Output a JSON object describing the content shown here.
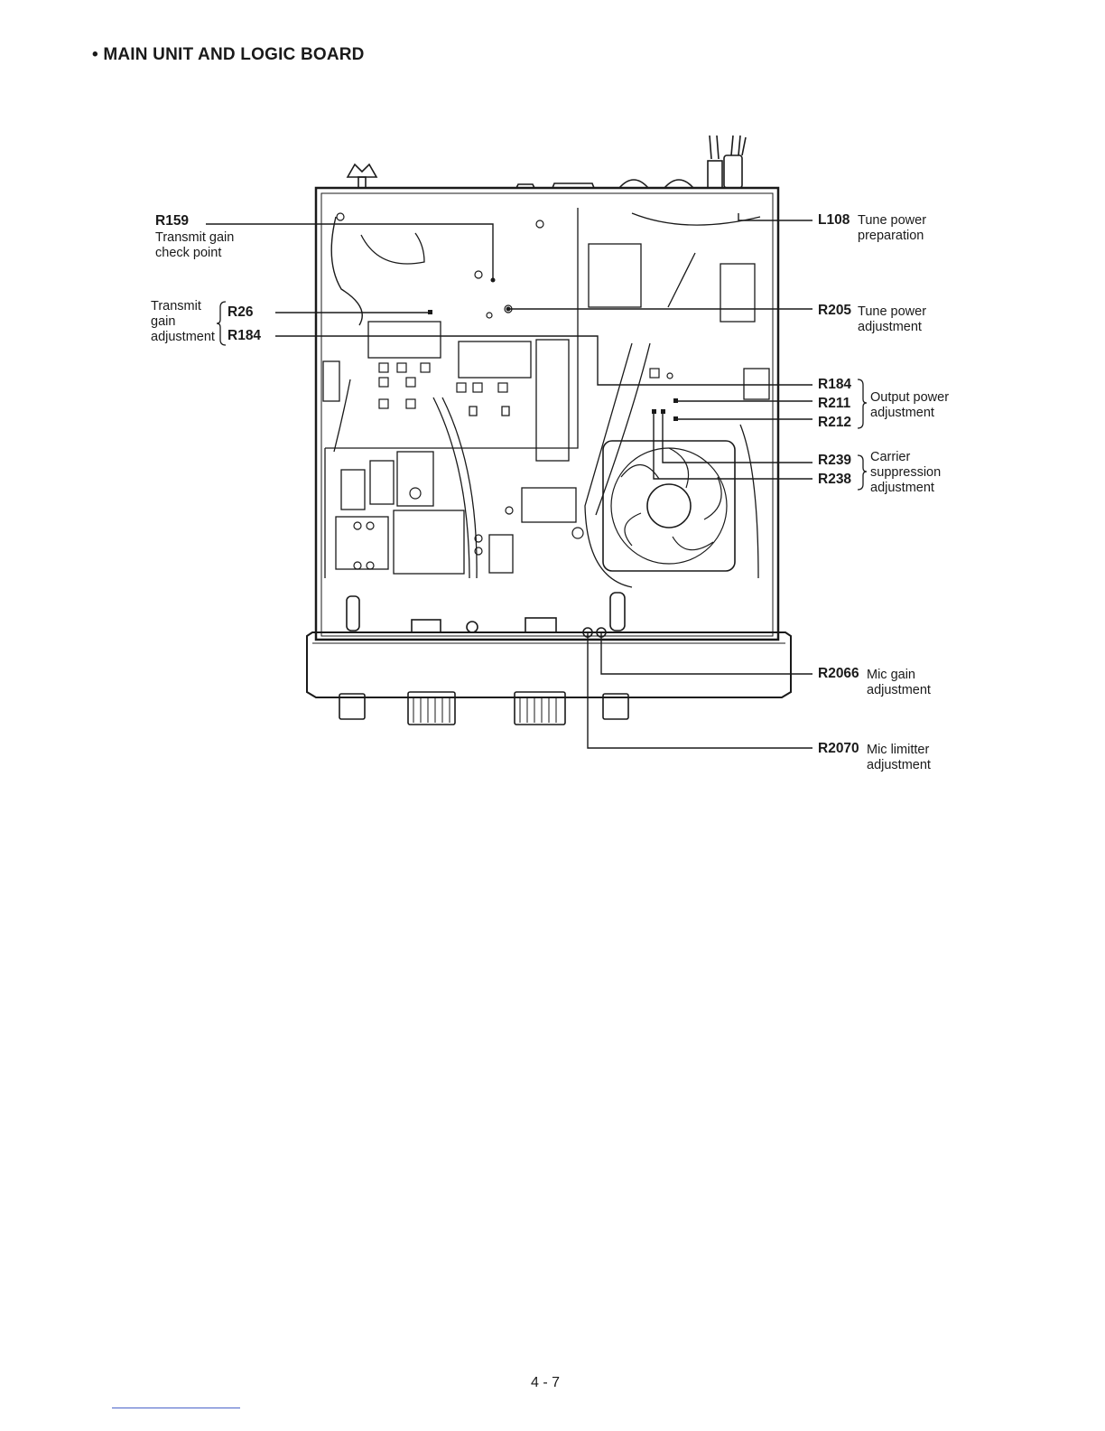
{
  "heading": "• MAIN UNIT AND LOGIC BOARD",
  "callouts": {
    "r159": {
      "ref": "R159",
      "desc": [
        "Transmit gain",
        "check point"
      ]
    },
    "tx_gain_group": {
      "desc": [
        "Transmit",
        "gain",
        "adjustment"
      ],
      "refs": [
        "R26",
        "R184"
      ]
    },
    "l108": {
      "ref": "L108",
      "desc": [
        "Tune power",
        "preparation"
      ]
    },
    "r205": {
      "ref": "R205",
      "desc": [
        "Tune power",
        "adjustment"
      ]
    },
    "output_power_group": {
      "refs": [
        "R184",
        "R211",
        "R212"
      ],
      "desc": [
        "Output power",
        "adjustment"
      ]
    },
    "carrier_group": {
      "refs": [
        "R239",
        "R238"
      ],
      "desc": [
        "Carrier",
        "suppression",
        "adjustment"
      ]
    },
    "r2066": {
      "ref": "R2066",
      "desc": [
        "Mic gain",
        "adjustment"
      ]
    },
    "r2070": {
      "ref": "R2070",
      "desc": [
        "Mic limitter",
        "adjustment"
      ]
    }
  },
  "page_number": "4 - 7"
}
